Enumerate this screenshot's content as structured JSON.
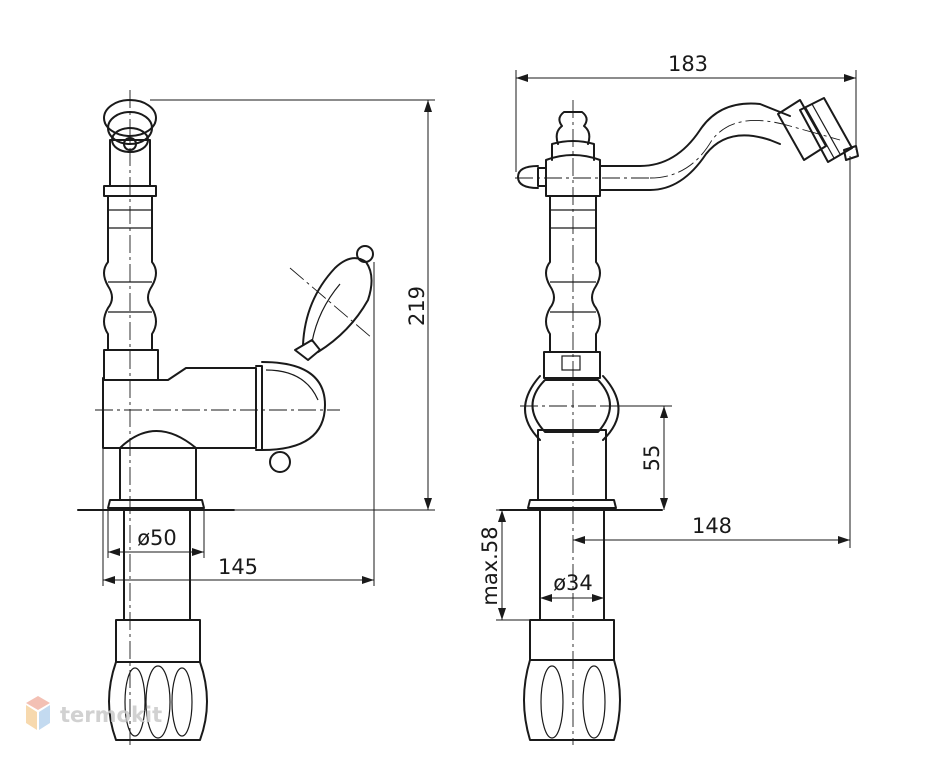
{
  "dimensions": {
    "width_183": "183",
    "height_219": "219",
    "height_55": "55",
    "reach_148": "148",
    "length_145": "145",
    "diameter_50": "ø50",
    "diameter_34": "ø34",
    "max_58": "max.58"
  },
  "watermark": {
    "text": "termokit",
    "logo_colors": [
      "#f2b6a8",
      "#f6d3a0",
      "#b9d4ee"
    ]
  },
  "colors": {
    "line": "#1a1a1a",
    "watermark": "#c9c9c9"
  }
}
